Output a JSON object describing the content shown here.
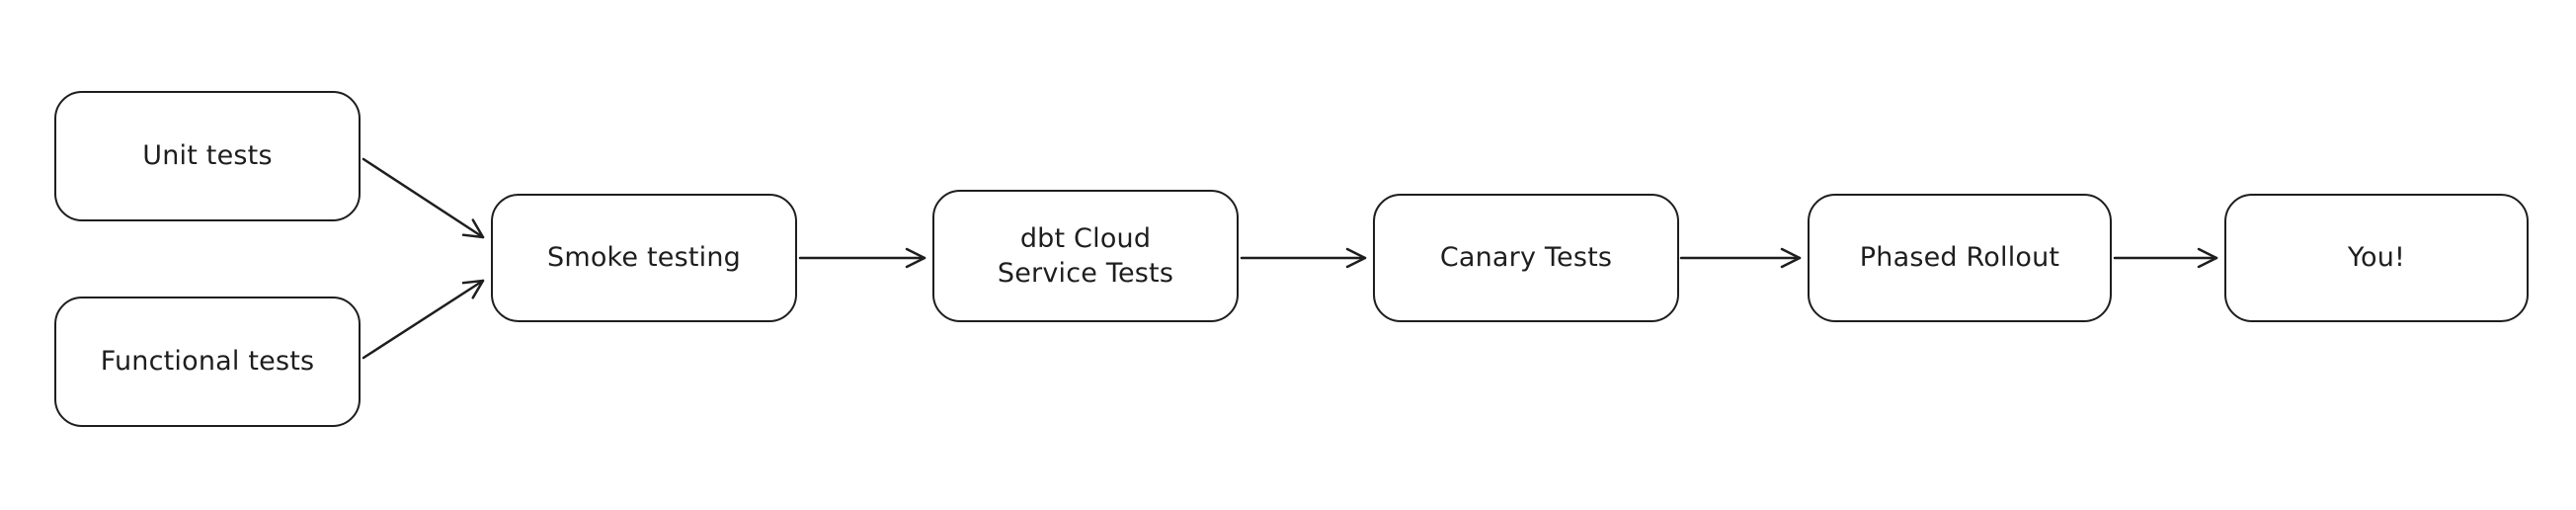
{
  "diagram": {
    "background_color": "#ffffff",
    "stroke_color": "#1e1e1e",
    "node_fill_color": "#ffffff",
    "nodes": {
      "unit_tests": {
        "label": "Unit tests"
      },
      "functional_tests": {
        "label": "Functional tests"
      },
      "smoke_testing": {
        "label": "Smoke testing"
      },
      "dbt_cloud_service_tests": {
        "label": "dbt Cloud\nService Tests"
      },
      "canary_tests": {
        "label": "Canary Tests"
      },
      "phased_rollout": {
        "label": "Phased Rollout"
      },
      "you": {
        "label": "You!"
      }
    },
    "edges": [
      {
        "from": "unit_tests",
        "to": "smoke_testing"
      },
      {
        "from": "functional_tests",
        "to": "smoke_testing"
      },
      {
        "from": "smoke_testing",
        "to": "dbt_cloud_service_tests"
      },
      {
        "from": "dbt_cloud_service_tests",
        "to": "canary_tests"
      },
      {
        "from": "canary_tests",
        "to": "phased_rollout"
      },
      {
        "from": "phased_rollout",
        "to": "you"
      }
    ]
  }
}
